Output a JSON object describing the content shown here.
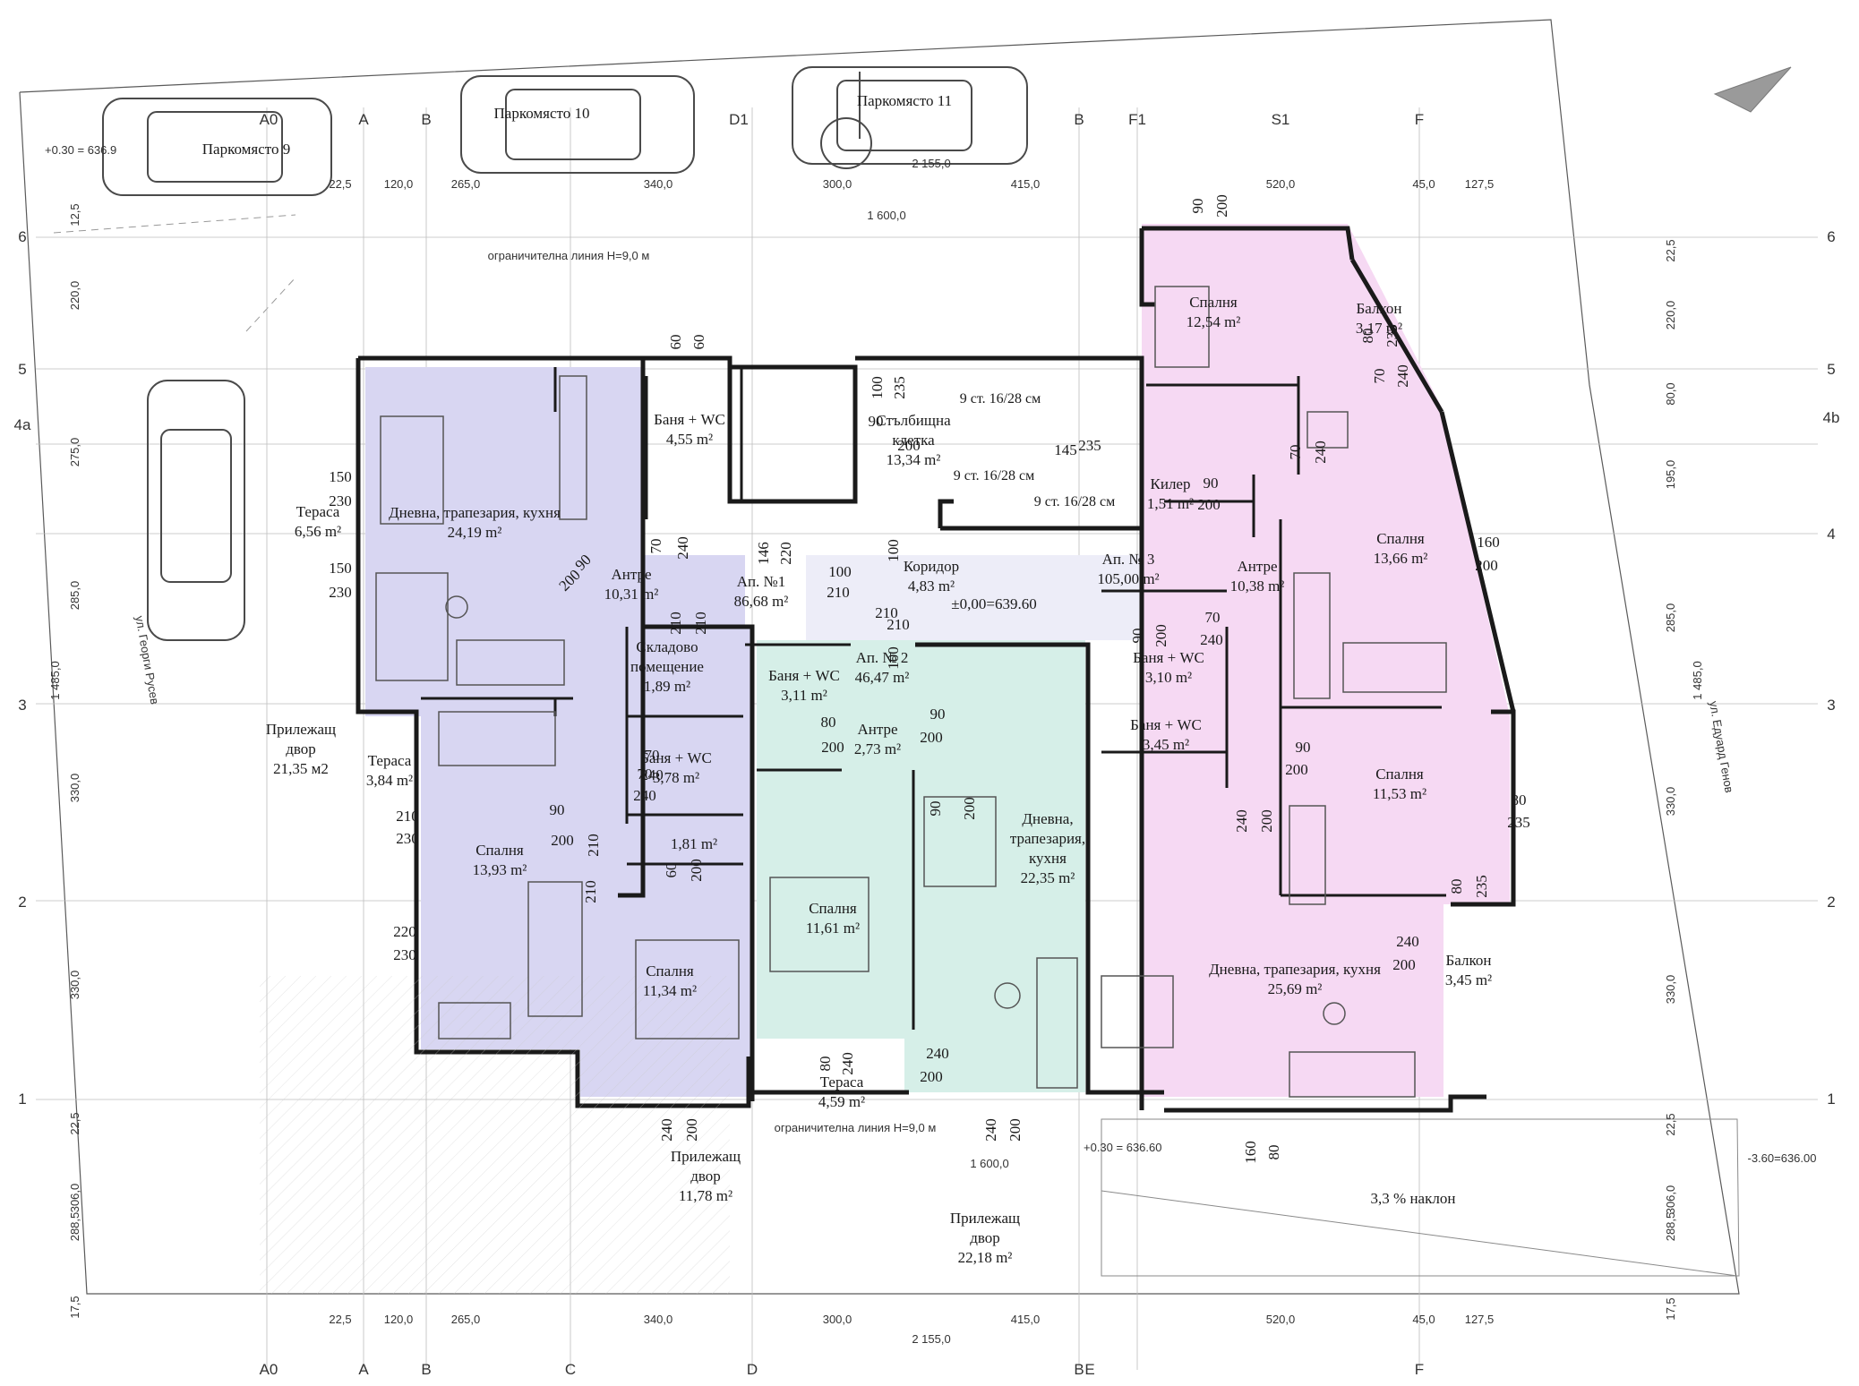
{
  "colors": {
    "apt1": "#d8d6f2",
    "apt2": "#d6efe8",
    "apt3": "#f6d9f3",
    "wall": "#1a1a1a",
    "line": "#7a7a7a",
    "thin": "#b4b4b4"
  },
  "parking": [
    {
      "label": "Паркомясто 9"
    },
    {
      "label": "Паркомясто 10"
    },
    {
      "label": "Паркомясто 11"
    }
  ],
  "axes": {
    "top": [
      "A0",
      "A",
      "B",
      "D1",
      "B",
      "F1",
      "S1",
      "F"
    ],
    "bottom": [
      "A0",
      "A",
      "B",
      "C",
      "D",
      "B",
      "E",
      "F"
    ],
    "left": [
      "6",
      "5",
      "4a",
      "3",
      "2",
      "1"
    ],
    "right": [
      "6",
      "5",
      "4b",
      "4",
      "3",
      "2",
      "1"
    ]
  },
  "dims": {
    "top": [
      "22,5",
      "120,0",
      "265,0",
      "340,0",
      "300,0",
      "415,0",
      "520,0",
      "45,0",
      "127,5"
    ],
    "bottom": [
      "22,5",
      "120,0",
      "265,0",
      "340,0",
      "300,0",
      "415,0",
      "520,0",
      "45,0",
      "127,5"
    ],
    "total_bottom": "2 155,0",
    "total_top": "2 155,0",
    "width_top": "1 600,0",
    "width_bottom": "1 600,0",
    "left": [
      "12,5",
      "220,0",
      "275,0",
      "285,0",
      "330,0",
      "330,0",
      "22,5",
      "306,0",
      "288,5",
      "17,5"
    ],
    "left_total": "1 485,0",
    "right": [
      "22,5",
      "220,0",
      "80,0",
      "195,0",
      "285,0",
      "330,0",
      "330,0",
      "22,5",
      "306,0",
      "288,5",
      "17,5"
    ],
    "right_total": "1 485,0"
  },
  "levels": {
    "top_left": "+0.30 = 636.9",
    "center": "±0,00=639.60",
    "bottom_mid": "+0.30 = 636.60",
    "bottom_right": "-3.60=636.00"
  },
  "limit_lines": {
    "top": "ограничителна линия Н=9,0 м",
    "bottom": "ограничителна линия Н=9,0 м"
  },
  "streets": {
    "left": "ул. Георги Русев",
    "right": "ул. Едуард Генов"
  },
  "slope": "3,3 % наклон",
  "yards": [
    {
      "name": "Прилежащ",
      "name2": "двор",
      "area": "21,35 м2"
    },
    {
      "name": "Прилежащ",
      "name2": "двор",
      "area": "11,78 m²"
    },
    {
      "name": "Прилежащ",
      "name2": "двор",
      "area": "22,18 m²"
    }
  ],
  "apartments": {
    "apt1": {
      "name": "Ап. №1",
      "area": "86,68 m²"
    },
    "apt2": {
      "name": "Ап. № 2",
      "area": "46,47 m²"
    },
    "apt3": {
      "name": "Ап. № 3",
      "area": "105,00 m²"
    }
  },
  "rooms": [
    {
      "name": "Тераса",
      "area": "6,56 m²"
    },
    {
      "name": "Дневна, трапезария, кухня",
      "area": "24,19 m²"
    },
    {
      "name": "Баня + WC",
      "area": "4,55 m²"
    },
    {
      "name": "Антре",
      "area": "10,31 m²"
    },
    {
      "name": "Складово",
      "name2": "помещение",
      "area": "1,89 m²"
    },
    {
      "name": "Тераса",
      "area": "3,84 m²"
    },
    {
      "name": "Баня + WC",
      "area": "3,78 m²"
    },
    {
      "name": "Спалня",
      "area": "13,93 m²"
    },
    {
      "name": "",
      "area": "1,81 m²"
    },
    {
      "name": "Спалня",
      "area": "11,34 m²"
    },
    {
      "name": "Стълбищна",
      "name2": "клетка",
      "area": "13,34 m²"
    },
    {
      "name": "Коридор",
      "area": "4,83 m²"
    },
    {
      "name": "Баня + WC",
      "area": "3,11 m²"
    },
    {
      "name": "Антре",
      "area": "2,73 m²"
    },
    {
      "name": "Спалня",
      "area": "11,61 m²"
    },
    {
      "name": "Дневна,",
      "name2": "трапезария,",
      "name3": "кухня",
      "area": "22,35 m²"
    },
    {
      "name": "Тераса",
      "area": "4,59 m²"
    },
    {
      "name": "Спалня",
      "area": "12,54 m²"
    },
    {
      "name": "Балкон",
      "area": "3,17 m²"
    },
    {
      "name": "Килер",
      "area": "1,51 m²"
    },
    {
      "name": "Антре",
      "area": "10,38 m²"
    },
    {
      "name": "Спалня",
      "area": "13,66 m²"
    },
    {
      "name": "Баня + WC",
      "area": "3,10 m²"
    },
    {
      "name": "Баня + WC",
      "area": "3,45 m²"
    },
    {
      "name": "Спалня",
      "area": "11,53 m²"
    },
    {
      "name": "Дневна, трапезария, кухня",
      "area": "25,69 m²"
    },
    {
      "name": "Балкон",
      "area": "3,45 m²"
    }
  ],
  "stairs": [
    "9 ст. 16/28 см",
    "9 ст. 16/28 см",
    "9 ст. 16/28 см"
  ],
  "openings": [
    "60",
    "60",
    "100",
    "235",
    "90",
    "200",
    "150",
    "230",
    "150",
    "230",
    "90",
    "200",
    "70",
    "240",
    "146",
    "220",
    "100",
    "210",
    "100",
    "210",
    "210",
    "100",
    "210",
    "210",
    "70",
    "240",
    "80",
    "200",
    "70",
    "240",
    "90",
    "200",
    "210",
    "230",
    "90",
    "200",
    "90",
    "200",
    "210",
    "210",
    "60",
    "200",
    "220",
    "230",
    "80",
    "240",
    "240",
    "200",
    "240",
    "200",
    "240",
    "200",
    "160",
    "80",
    "90",
    "200",
    "145",
    "235",
    "80",
    "235",
    "70",
    "240",
    "90",
    "200",
    "240",
    "200",
    "70",
    "240",
    "70",
    "240",
    "90",
    "200",
    "90",
    "200",
    "160",
    "200",
    "80",
    "235",
    "80",
    "235",
    "240",
    "200"
  ]
}
